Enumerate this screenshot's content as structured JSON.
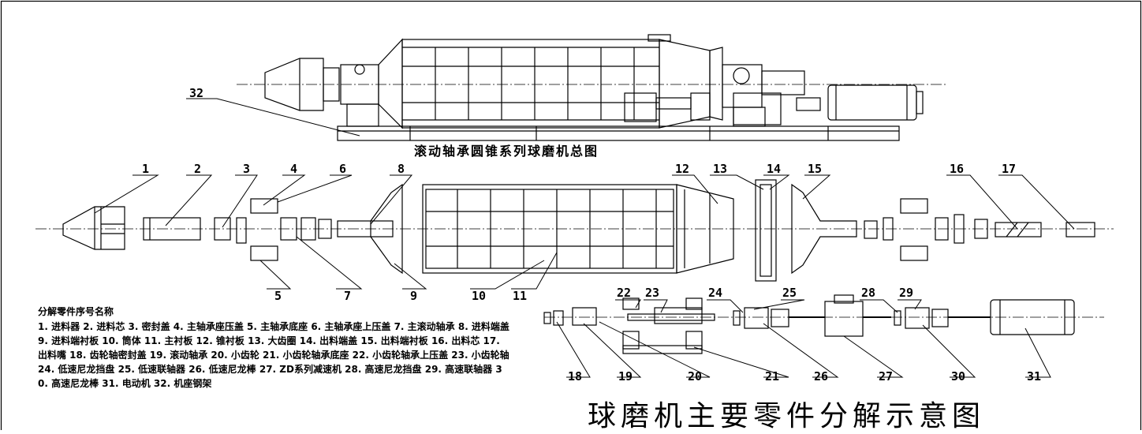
{
  "titles": {
    "assembly": "滚动轴承圆锥系列球磨机总图",
    "exploded": "球磨机主要零件分解示意图"
  },
  "legend": {
    "heading": "分解零件序号名称",
    "text": "1. 进料器 2. 进料芯 3. 密封盖 4. 主轴承座压盖 5. 主轴承底座 6. 主轴承座上压盖 7. 主滚动轴承 8. 进料端盖 9. 进料端衬板 10. 筒体 11. 主衬板 12. 锥衬板 13. 大齿圈 14. 出料端盖 15. 出料端衬板 16. 出料芯 17. 出料嘴 18. 齿轮轴密封盖 19. 滚动轴承 20. 小齿轮 21. 小齿轮轴承底座 22. 小齿轮轴承上压盖 23. 小齿轮轴 24. 低速尼龙挡盘 25. 低速联轴器 26. 低速尼龙棒 27. ZD系列减速机 28. 高速尼龙挡盘 29. 高速联轴器 30. 高速尼龙棒 31. 电动机 32. 机座钢架"
  },
  "callouts": {
    "n1": "1",
    "n2": "2",
    "n3": "3",
    "n4": "4",
    "n5": "5",
    "n6": "6",
    "n7": "7",
    "n8": "8",
    "n9": "9",
    "n10": "10",
    "n11": "11",
    "n12": "12",
    "n13": "13",
    "n14": "14",
    "n15": "15",
    "n16": "16",
    "n17": "17",
    "n18": "18",
    "n19": "19",
    "n20": "20",
    "n21": "21",
    "n22": "22",
    "n23": "23",
    "n24": "24",
    "n25": "25",
    "n26": "26",
    "n27": "27",
    "n28": "28",
    "n29": "29",
    "n30": "30",
    "n31": "31",
    "n32": "32"
  }
}
